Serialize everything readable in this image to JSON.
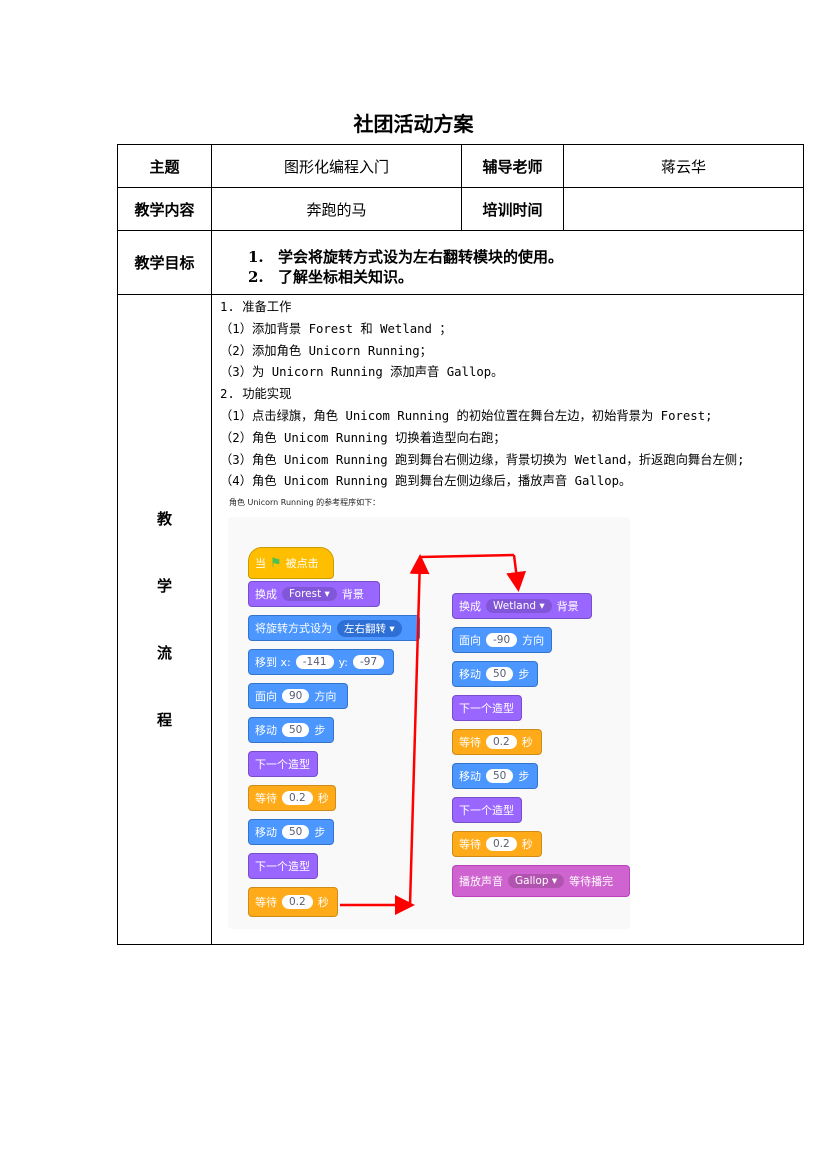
{
  "title": "社团活动方案",
  "table": {
    "row1": {
      "label_topic": "主题",
      "topic": "图形化编程入门",
      "label_teacher": "辅导老师",
      "teacher": "蒋云华"
    },
    "row2": {
      "label_content": "教学内容",
      "content": "奔跑的马",
      "label_time": "培训时间",
      "time": ""
    },
    "row3": {
      "label_goal": "教学目标",
      "goals": [
        {
          "num": "1.",
          "text": "学会将旋转方式设为左右翻转模块的使用。"
        },
        {
          "num": "2.",
          "text": "了解坐标相关知识。"
        }
      ]
    },
    "row4": {
      "label_chars": [
        "教",
        "学",
        "流",
        "程"
      ],
      "steps": [
        "1. 准备工作",
        "（1）添加背景 Forest 和 Wetland ；",
        "（2）添加角色 Unicorn Running；",
        "（3）为 Unicorn Running 添加声音 Gallop。",
        "2. 功能实现",
        "（1）点击绿旗，角色 Unicom Running 的初始位置在舞台左边，初始背景为 Forest;",
        "（2）角色 Unicom Running 切换着造型向右跑；",
        "（3）角色 Unicom Running 跑到舞台右侧边缘，背景切换为 Wetland，折返跑向舞台左侧;",
        "（4）角色 Unicom Running 跑到舞台左侧边缘后，播放声音 Gallop。"
      ],
      "caption": "角色 Unicorn Running 的参考程序如下："
    }
  },
  "scratch": {
    "left": {
      "hat": {
        "pre": "当",
        "post": "被点击"
      },
      "switch_backdrop": {
        "pre": "换成",
        "value": "Forest ▾",
        "post": "背景"
      },
      "rotation": {
        "pre": "将旋转方式设为",
        "value": "左右翻转 ▾"
      },
      "goto": {
        "pre": "移到 x:",
        "x": "-141",
        "mid": "y:",
        "y": "-97"
      },
      "point": {
        "pre": "面向",
        "value": "90",
        "post": "方向"
      },
      "move1": {
        "pre": "移动",
        "value": "50",
        "post": "步"
      },
      "next1": "下一个造型",
      "wait1": {
        "pre": "等待",
        "value": "0.2",
        "post": "秒"
      },
      "move2": {
        "pre": "移动",
        "value": "50",
        "post": "步"
      },
      "next2": "下一个造型",
      "wait2": {
        "pre": "等待",
        "value": "0.2",
        "post": "秒"
      }
    },
    "right": {
      "switch_backdrop": {
        "pre": "换成",
        "value": "Wetland ▾",
        "post": "背景"
      },
      "point": {
        "pre": "面向",
        "value": "-90",
        "post": "方向"
      },
      "move1": {
        "pre": "移动",
        "value": "50",
        "post": "步"
      },
      "next1": "下一个造型",
      "wait1": {
        "pre": "等待",
        "value": "0.2",
        "post": "秒"
      },
      "move2": {
        "pre": "移动",
        "value": "50",
        "post": "步"
      },
      "next2": "下一个造型",
      "wait2": {
        "pre": "等待",
        "value": "0.2",
        "post": "秒"
      },
      "sound": {
        "pre": "播放声音",
        "value": "Gallop ▾",
        "post": "等待播完"
      }
    },
    "colors": {
      "events": "#ffbf00",
      "looks": "#9966ff",
      "motion": "#4c97ff",
      "control": "#ffab19",
      "sound": "#cf63cf",
      "arrow": "#ff0000"
    }
  }
}
